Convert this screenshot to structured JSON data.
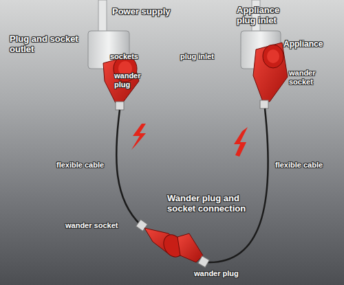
{
  "diagram": {
    "labels": [
      "Power supply",
      "Appliance plug inlet",
      "Plug and socket outlet",
      "Appliance",
      "sockets",
      "plug inlet",
      "wander plug",
      "wander socket",
      "flexible cable",
      "flexible cable",
      "Wander plug and socket connection",
      "wander socket",
      "wander plug"
    ]
  }
}
